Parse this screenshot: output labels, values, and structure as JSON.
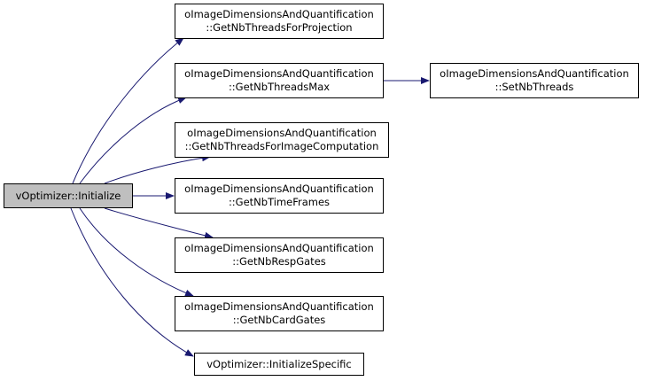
{
  "diagram": {
    "root": {
      "label": "vOptimizer::Initialize"
    },
    "nodes": [
      {
        "id": "n1",
        "line1": "oImageDimensionsAndQuantification",
        "line2": "::GetNbThreadsForProjection"
      },
      {
        "id": "n2",
        "line1": "oImageDimensionsAndQuantification",
        "line2": "::GetNbThreadsMax"
      },
      {
        "id": "n3",
        "line1": "oImageDimensionsAndQuantification",
        "line2": "::SetNbThreads"
      },
      {
        "id": "n4",
        "line1": "oImageDimensionsAndQuantification",
        "line2": "::GetNbThreadsForImageComputation"
      },
      {
        "id": "n5",
        "line1": "oImageDimensionsAndQuantification",
        "line2": "::GetNbTimeFrames"
      },
      {
        "id": "n6",
        "line1": "oImageDimensionsAndQuantification",
        "line2": "::GetNbRespGates"
      },
      {
        "id": "n7",
        "line1": "oImageDimensionsAndQuantification",
        "line2": "::GetNbCardGates"
      },
      {
        "id": "n8",
        "line1": "vOptimizer::InitializeSpecific",
        "line2": ""
      }
    ],
    "edges": [
      {
        "from": "root",
        "to": "n1"
      },
      {
        "from": "root",
        "to": "n2"
      },
      {
        "from": "n2",
        "to": "n3"
      },
      {
        "from": "root",
        "to": "n4"
      },
      {
        "from": "root",
        "to": "n5"
      },
      {
        "from": "root",
        "to": "n6"
      },
      {
        "from": "root",
        "to": "n7"
      },
      {
        "from": "root",
        "to": "n8"
      }
    ],
    "edge_color": "#191970"
  }
}
